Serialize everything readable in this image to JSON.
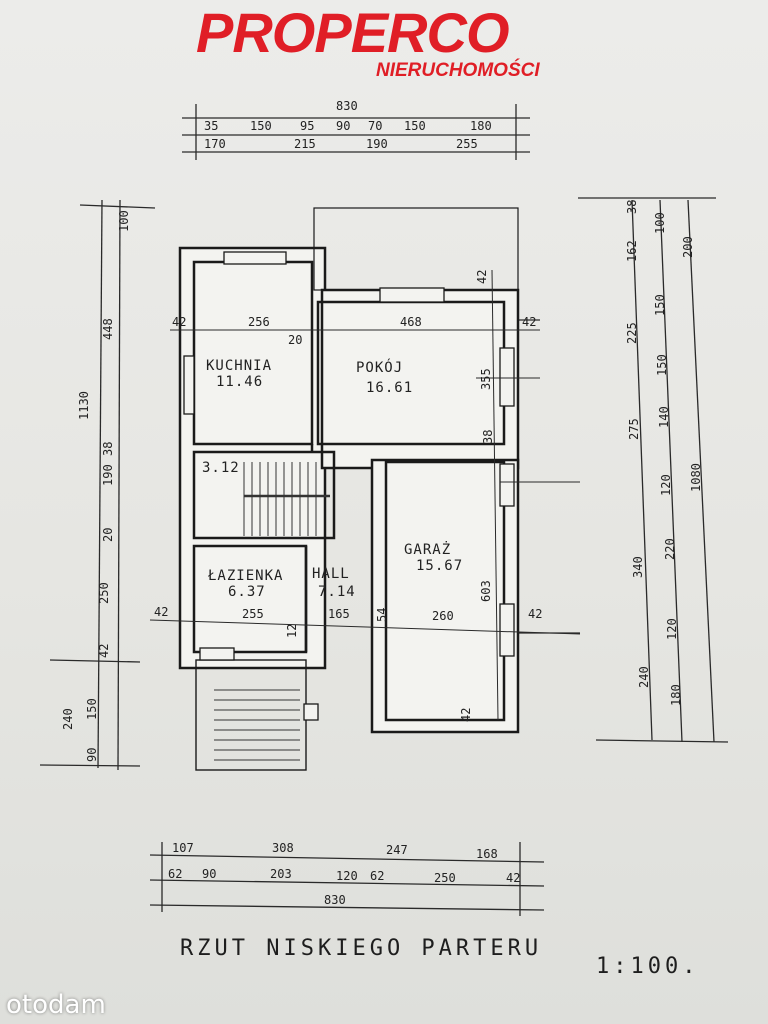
{
  "branding": {
    "logo_text": "PROPERCO",
    "logo_subtext": "NIERUCHOMOŚCI",
    "watermark": "otodam",
    "brand_color": "#e01e26"
  },
  "plan": {
    "title": "RZUT NISKIEGO PARTERU",
    "scale": "1:100."
  },
  "rooms": [
    {
      "name": "KUCHNIA",
      "area": "11.46"
    },
    {
      "name": "POKÓJ",
      "area": "16.61"
    },
    {
      "name": "ŁAZIENKA",
      "area": "6.37"
    },
    {
      "name": "HALL",
      "area": "7.14"
    },
    {
      "name": "GARAŻ",
      "area": "15.67"
    },
    {
      "name": "",
      "area": "3.12"
    }
  ],
  "dimensions": {
    "top_total": "830",
    "top_row1": [
      "35",
      "150",
      "95",
      "90",
      "70",
      "150",
      "180"
    ],
    "top_row2": [
      "170",
      "215",
      "190",
      "255"
    ],
    "left": [
      "100",
      "448",
      "1130",
      "38",
      "190",
      "20",
      "250",
      "42",
      "240",
      "150",
      "90"
    ],
    "right": [
      "38",
      "162",
      "225",
      "275",
      "340",
      "240",
      "100",
      "150",
      "150",
      "140",
      "120",
      "220",
      "120",
      "180",
      "200",
      "1080"
    ],
    "interior": [
      "42",
      "256",
      "20",
      "468",
      "42",
      "42",
      "355",
      "38",
      "42",
      "255",
      "165",
      "54",
      "260",
      "42",
      "12",
      "603",
      "42"
    ],
    "bottom_row1": [
      "107",
      "308",
      "247",
      "168"
    ],
    "bottom_row2": [
      "62",
      "90",
      "203",
      "120",
      "62",
      "250",
      "42"
    ],
    "bottom_total": "830"
  }
}
